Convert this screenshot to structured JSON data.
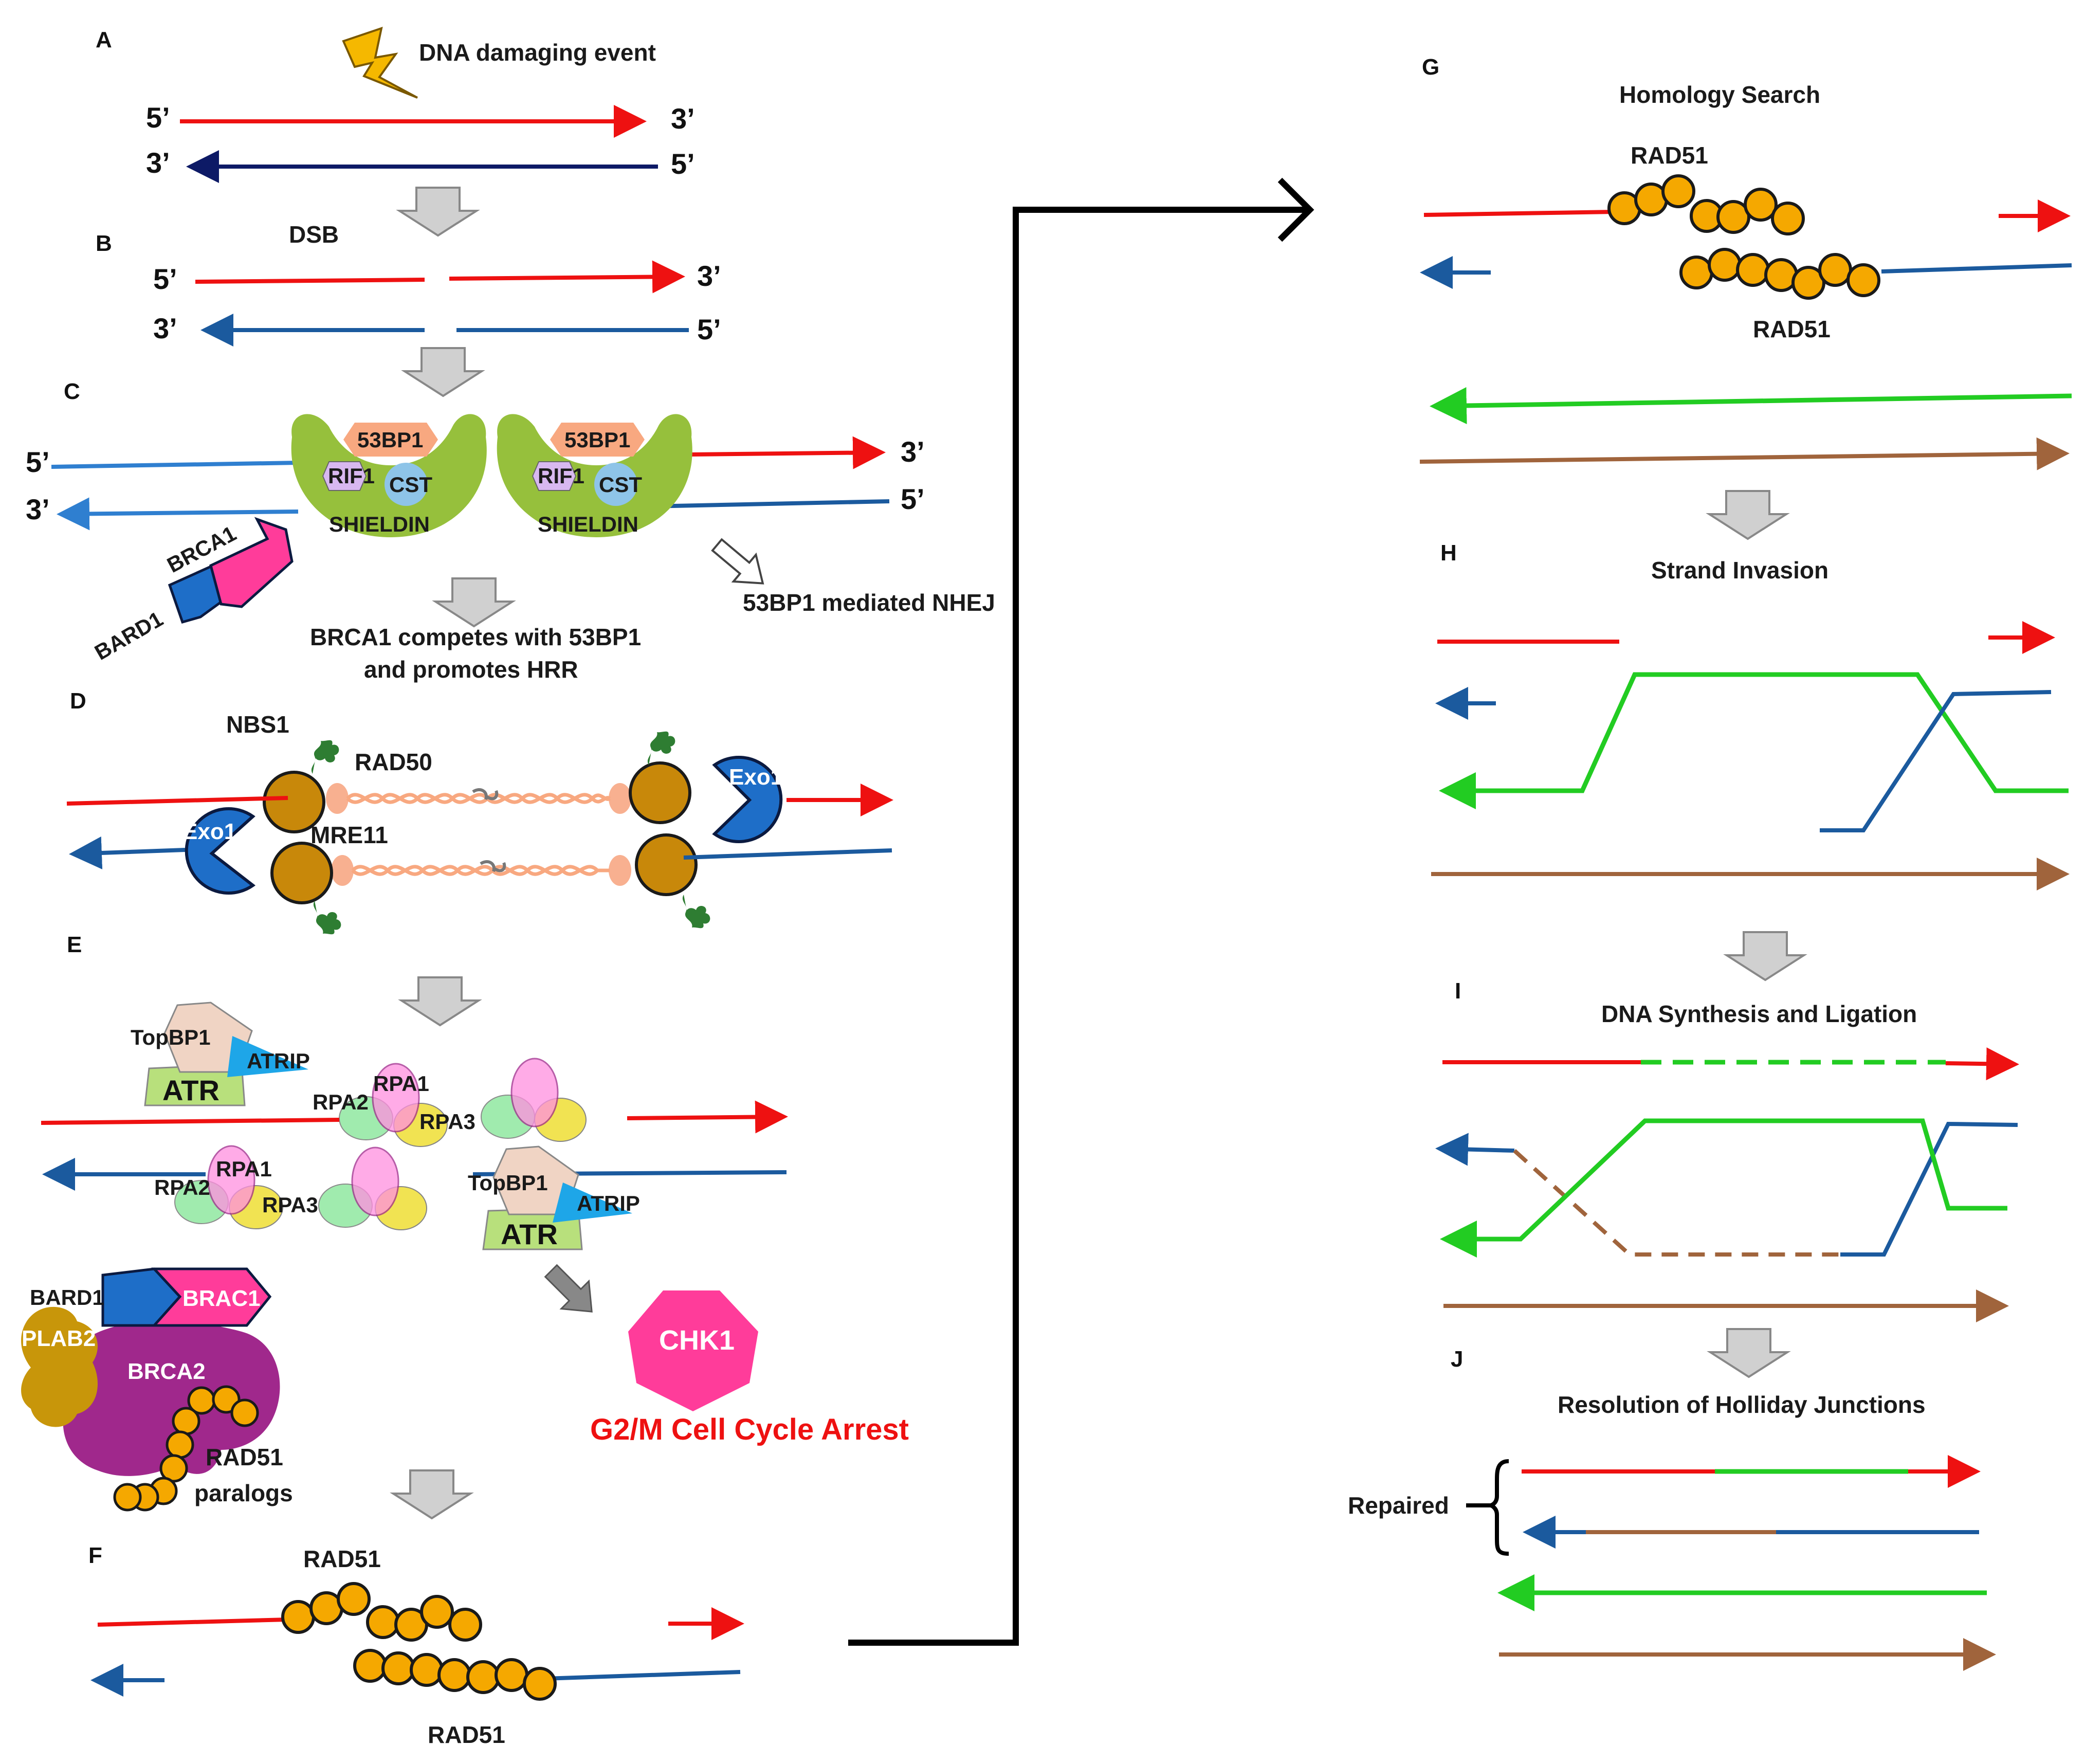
{
  "panels": {
    "a": "A",
    "b": "B",
    "c": "C",
    "d": "D",
    "e": "E",
    "f": "F",
    "g": "G",
    "h": "H",
    "i": "I",
    "j": "J"
  },
  "labels": {
    "damaging_event": "DNA damaging event",
    "dsb": "DSB",
    "five_prime": "5’",
    "three_prime": "3’",
    "p53bp1": "53BP1",
    "rif1": "RIF1",
    "cst": "CST",
    "shieldin": "SHIELDIN",
    "brca1": "BRCA1",
    "bard1": "BARD1",
    "nhej": "53BP1 mediated NHEJ",
    "compete_line1": "BRCA1 competes with 53BP1",
    "compete_line2": "and promotes HRR",
    "nbs1": "NBS1",
    "rad50": "RAD50",
    "mre11": "MRE11",
    "exo1": "Exo1",
    "topbp1": "TopBP1",
    "atrip": "ATRIP",
    "atr": "ATR",
    "rpa1": "RPA1",
    "rpa2": "RPA2",
    "rpa3": "RPA3",
    "bard1_e": "BARD1",
    "brac1": "BRAC1",
    "plab2": "PLAB2",
    "brca2": "BRCA2",
    "rad51": "RAD51",
    "paralogs": "paralogs",
    "chk1": "CHK1",
    "arrest": "G2/M Cell Cycle Arrest",
    "homology_search": "Homology Search",
    "strand_invasion": "Strand Invasion",
    "synthesis": "DNA Synthesis and Ligation",
    "resolution": "Resolution of Holliday Junctions",
    "repaired": "Repaired"
  },
  "colors": {
    "red": "#ee1111",
    "navy": "#0d1a66",
    "blue": "#1b5a9e",
    "lightblue": "#2f7fd0",
    "green": "#22cc22",
    "brown": "#a0643c",
    "gold": "#f5a800",
    "shieldin": "#96c03c",
    "salmon": "#f8a880",
    "exo1": "#1e6ec8",
    "pink": "#ff3c9a",
    "chk1": "#ff3c9a",
    "arrest": "#ee1111",
    "brca2": "#a0288c",
    "plab2": "#c8960a",
    "mre11": "#c8880a"
  }
}
